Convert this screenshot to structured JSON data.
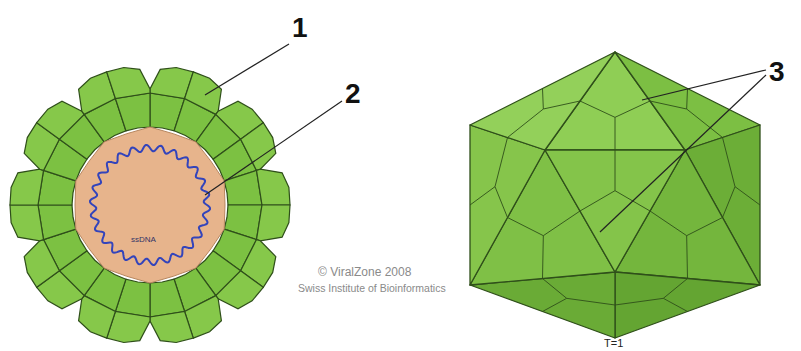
{
  "diagram": {
    "labels": [
      "1",
      "2",
      "3",
      "ssDNA",
      "© ViralZone 2008",
      "Swiss Institute of Bioinformatics",
      "T=1"
    ]
  }
}
